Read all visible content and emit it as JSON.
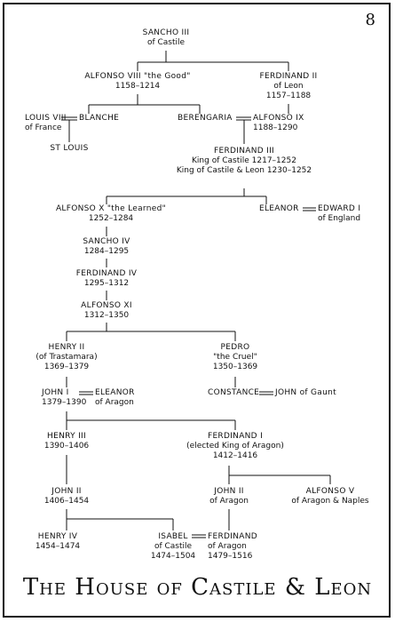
{
  "page_number": "8",
  "title": "The House of Castile & Leon",
  "people": {
    "sancho3": {
      "line1": "SANCHO III",
      "line2": "of Castile"
    },
    "alfonso8": {
      "line1": "ALFONSO VIII \"the Good\"",
      "line2": "1158–1214"
    },
    "ferdinand2": {
      "line1": "FERDINAND II",
      "line2": "of Leon",
      "line3": "1157–1188"
    },
    "louis8": {
      "line1": "LOUIS VIII",
      "line2": "of France"
    },
    "blanche": {
      "line1": "BLANCHE"
    },
    "stlouis": {
      "line1": "ST LOUIS"
    },
    "berengaria": {
      "line1": "BERENGARIA"
    },
    "alfonso9": {
      "line1": "ALFONSO IX",
      "line2": "1188–1290"
    },
    "ferdinand3": {
      "line1": "FERDINAND III",
      "line2": "King of Castile 1217–1252",
      "line3": "King of Castile & Leon 1230–1252"
    },
    "alfonso10": {
      "line1": "ALFONSO X \"the Learned\"",
      "line2": "1252–1284"
    },
    "eleanor1": {
      "line1": "ELEANOR"
    },
    "edward1": {
      "line1": "EDWARD I",
      "line2": "of England"
    },
    "sancho4": {
      "line1": "SANCHO IV",
      "line2": "1284–1295"
    },
    "ferdinand4": {
      "line1": "FERDINAND IV",
      "line2": "1295–1312"
    },
    "alfonso11": {
      "line1": "ALFONSO XI",
      "line2": "1312–1350"
    },
    "henry2": {
      "line1": "HENRY II",
      "line2": "(of Trastamara)",
      "line3": "1369–1379"
    },
    "pedro": {
      "line1": "PEDRO",
      "line2": "\"the Cruel\"",
      "line3": "1350–1369"
    },
    "john1": {
      "line1": "JOHN I",
      "line2": "1379–1390"
    },
    "eleanor2": {
      "line1": "ELEANOR",
      "line2": "of Aragon"
    },
    "constance": {
      "line1": "CONSTANCE"
    },
    "johngaunt": {
      "line1": "JOHN of Gaunt"
    },
    "henry3": {
      "line1": "HENRY III",
      "line2": "1390–1406"
    },
    "ferdinand1": {
      "line1": "FERDINAND I",
      "line2": "(elected King of Aragon)",
      "line3": "1412–1416"
    },
    "john2c": {
      "line1": "JOHN II",
      "line2": "1406–1454"
    },
    "john2a": {
      "line1": "JOHN II",
      "line2": "of Aragon"
    },
    "alfonso5": {
      "line1": "ALFONSO V",
      "line2": "of Aragon & Naples"
    },
    "henry4": {
      "line1": "HENRY IV",
      "line2": "1454–1474"
    },
    "isabel": {
      "line1": "ISABEL",
      "line2": "of Castile",
      "line3": "1474–1504"
    },
    "ferdinand_ar": {
      "line1": "FERDINAND",
      "line2": "of Aragon",
      "line3": "1479–1516"
    }
  }
}
